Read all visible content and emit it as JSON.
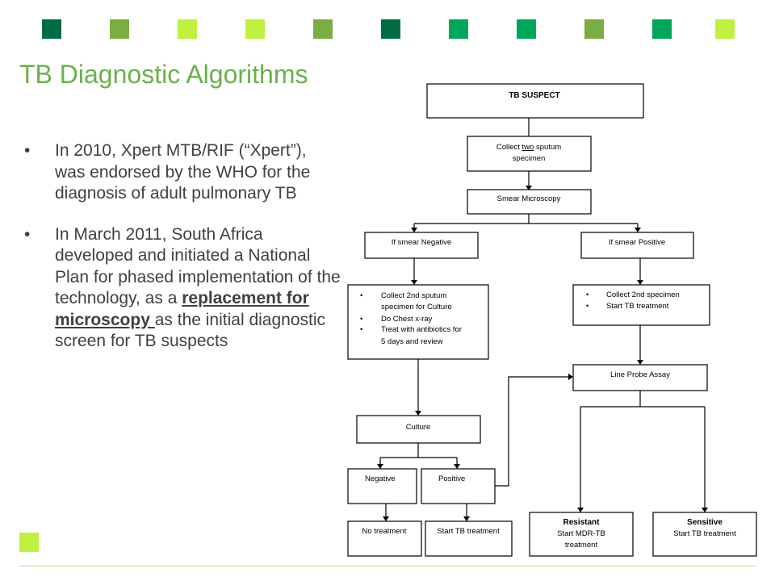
{
  "title": "TB Diagnostic Algorithms",
  "decor": {
    "squares": [
      "#006c44",
      "#7aad42",
      "#c0f040",
      "#c0f040",
      "#7aad42",
      "#006c44",
      "#00a65a",
      "#00a65a",
      "#7aad42",
      "#00a65a",
      "#c0f040"
    ]
  },
  "bullets": [
    {
      "text": "In 2010, Xpert MTB/RIF (“Xpert”), was endorsed by the WHO for the diagnosis of adult pulmonary TB"
    },
    {
      "text_before": "In March 2011, South Africa developed and initiated a National Plan for phased implementation of the technology, as a ",
      "highlight": "replacement for microscopy ",
      "text_after": "as the initial diagnostic screen for TB suspects"
    }
  ],
  "flowchart": {
    "suspect": "TB SUSPECT",
    "collect": {
      "before": "Collect ",
      "underlined": "two",
      "after": " sputum",
      "line2": "specimen"
    },
    "smear": "Smear Microscopy",
    "neg": "If smear Negative",
    "pos": "If smear Positive",
    "neg_steps": [
      {
        "l1": "Collect 2nd sputum",
        "l2": "specimen for  Culture"
      },
      {
        "l1": "Do Chest x-ray"
      },
      {
        "l1": "Treat with antibiotics for",
        "l2": "5 days and review"
      }
    ],
    "pos_steps": [
      "Collect 2nd specimen",
      "Start TB treatment"
    ],
    "lpa": "Line Probe Assay",
    "culture": "Culture",
    "c_neg": "Negative",
    "c_pos": "Positive",
    "no_treat": "No treatment",
    "start_treat": "Start TB treatment",
    "resistant": {
      "l1": "Resistant",
      "l2": "Start MDR-TB",
      "l3": "treatment"
    },
    "sensitive": {
      "l1": "Sensitive",
      "l2": "Start TB treatment"
    }
  }
}
